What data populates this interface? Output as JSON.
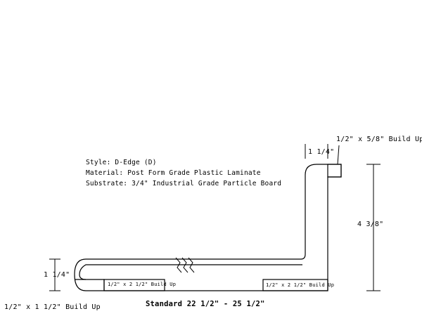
{
  "specs": {
    "style": "Style:  D-Edge (D)",
    "material": "Material:  Post Form Grade Plastic Laminate",
    "substrate": "Substrate: 3/4\"  Industrial Grade Particle Board"
  },
  "dimensions": {
    "top_buildup": "1/2\" x 5/8\" Build Up",
    "backsplash_thickness": "1 1/4\"",
    "backsplash_height": "4 3/8\"",
    "front_edge_height": "1 1/4\"",
    "front_buildup": "1/2\" x 1 1/2\" Build Up",
    "under_buildup_left": "1/2\" x 2 1/2\" Build Up",
    "under_buildup_right": "1/2\" x 2 1/2\" Build Up",
    "standard_depth": "Standard 22 1/2\" - 25 1/2\""
  }
}
